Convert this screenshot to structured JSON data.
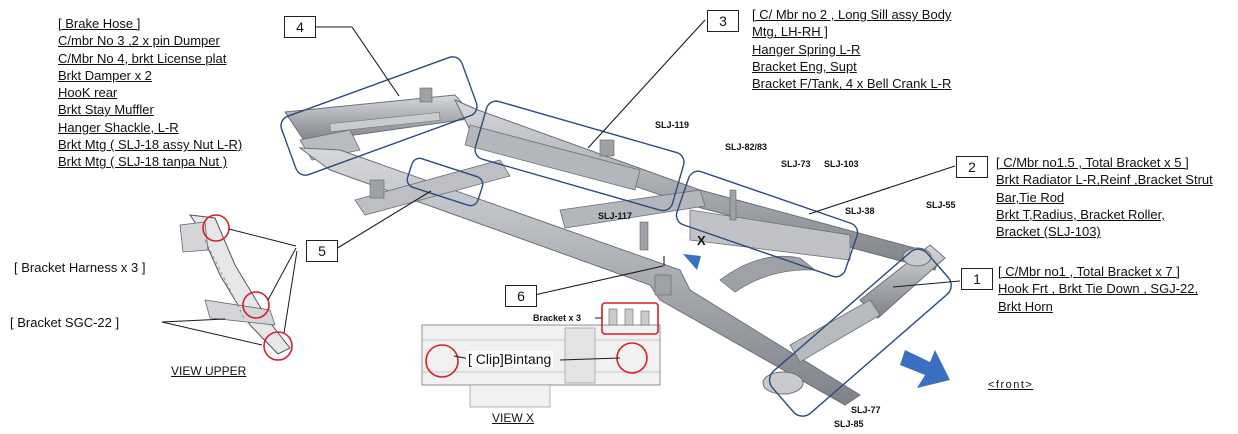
{
  "callouts": {
    "c4": {
      "number": "4",
      "lines": [
        "[ Brake Hose ]",
        "C/mbr No 3 ,2 x pin Dumper",
        "C/Mbr No 4, brkt License plat",
        "Brkt Damper x 2",
        "HooK rear",
        "Brkt Stay Muffler",
        "Hanger Shackle, L-R",
        "Brkt Mtg ( SLJ-18 assy Nut L-R)",
        "Brkt Mtg ( SLJ-18 tanpa Nut )"
      ]
    },
    "c3": {
      "number": "3",
      "lines": [
        "[ C/ Mbr no 2 , Long Sill  assy Body",
        "Mtg, LH-RH ]",
        "Hanger Spring L-R",
        "Bracket Eng, Supt",
        "Bracket F/Tank, 4 x Bell Crank L-R"
      ]
    },
    "c2": {
      "number": "2",
      "lines": [
        "[ C/Mbr no1.5 , Total Bracket x 5 ]",
        "Brkt Radiator L-R,Reinf ,Bracket Strut",
        "Bar,Tie Rod",
        "Brkt T,Radius, Bracket Roller,",
        "Bracket (SLJ-103)"
      ]
    },
    "c1": {
      "number": "1",
      "lines": [
        "[ C/Mbr no1 , Total Bracket x 7 ]",
        "Hook Frt , Brkt Tie Down , SGJ-22,",
        "Brkt Horn"
      ]
    },
    "c5": {
      "number": "5"
    },
    "c6": {
      "number": "6"
    }
  },
  "labels": {
    "bracket_harness": "[ Bracket Harness x 3 ]",
    "bracket_sgc": "[ Bracket SGC-22 ]",
    "view_upper": "VIEW UPPER",
    "view_x": "VIEW X",
    "clip_bintang": "[ Clip]Bintang",
    "bracket_x3": "Bracket x 3",
    "x_mark": "X",
    "front": "<front>"
  },
  "codes": {
    "slj119": "SLJ-119",
    "slj8283": "SLJ-82/83",
    "slj73": "SLJ-73",
    "slj103": "SLJ-103",
    "slj38": "SLJ-38",
    "slj55": "SLJ-55",
    "slj117": "SLJ-117",
    "slj77": "SLJ-77",
    "slj85": "SLJ-85"
  },
  "colors": {
    "highlight_outline": "#2a4d7d",
    "detail_circle": "#d91f26",
    "arrow_fill": "#3a70c0",
    "frame_metal": "#a9acb1",
    "frame_shadow": "#7e8288"
  }
}
